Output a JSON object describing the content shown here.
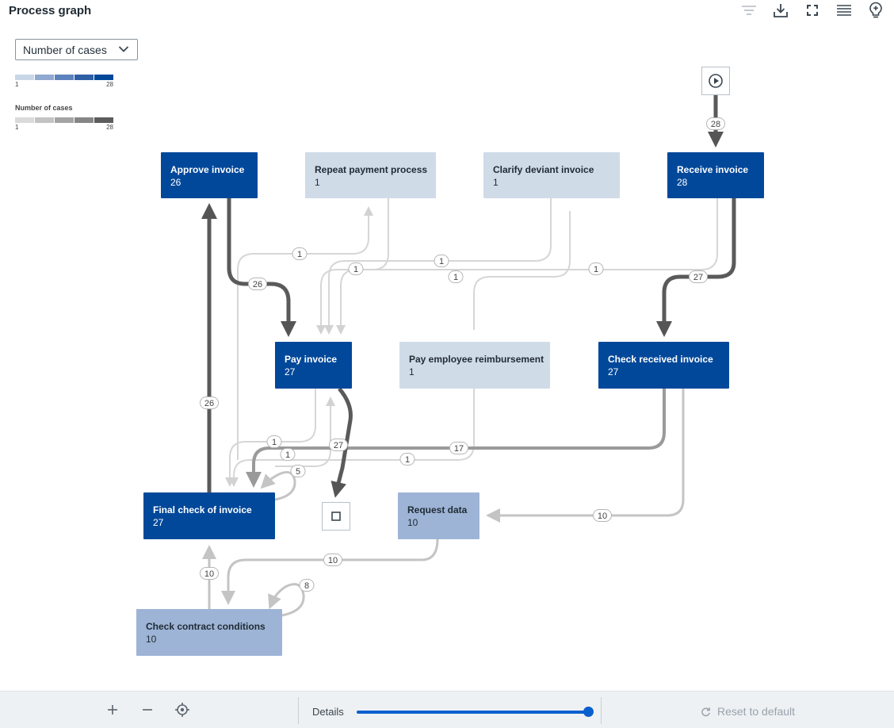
{
  "header": {
    "title": "Process graph"
  },
  "toolbar": {
    "icons": [
      "filter-icon",
      "download-icon",
      "fullscreen-icon",
      "list-icon",
      "lightbulb-icon"
    ]
  },
  "metric_select": {
    "value": "Number of cases"
  },
  "legend": {
    "activity_min": "1",
    "activity_max": "28",
    "edge_title": "Number of cases",
    "edge_min": "1",
    "edge_max": "28",
    "activity_colors": [
      "#c9d6e8",
      "#8fa9d1",
      "#5c82bd",
      "#2e5fa6",
      "#02489a"
    ],
    "edge_colors": [
      "#dadada",
      "#c3c3c3",
      "#a4a4a4",
      "#868686",
      "#5c5c5c"
    ]
  },
  "nodes": {
    "approve_invoice": {
      "label": "Approve invoice",
      "value": "26"
    },
    "repeat_payment": {
      "label": "Repeat payment process",
      "value": "1"
    },
    "clarify_deviant": {
      "label": "Clarify deviant invoice",
      "value": "1"
    },
    "receive_invoice": {
      "label": "Receive invoice",
      "value": "28"
    },
    "pay_invoice": {
      "label": "Pay invoice",
      "value": "27"
    },
    "pay_employee": {
      "label": "Pay employee reimbursement",
      "value": "1"
    },
    "check_received": {
      "label": "Check received invoice",
      "value": "27"
    },
    "final_check": {
      "label": "Final check of invoice",
      "value": "27"
    },
    "request_data": {
      "label": "Request data",
      "value": "10"
    },
    "check_contract": {
      "label": "Check contract conditions",
      "value": "10"
    }
  },
  "edge_labels": {
    "start_receive": "28",
    "approve_pay": "26",
    "receive_check": "27",
    "final_approve": "26",
    "approve_repeat": "1",
    "repeat_pay": "1",
    "clarify_pay": "1",
    "pay_clarify": "1",
    "receive_pay": "1",
    "check_final": "17",
    "pay_end": "27",
    "pay_final_a": "1",
    "pay_final_b": "1",
    "employee_final": "1",
    "final_self": "5",
    "check_request": "10",
    "request_contract": "10",
    "contract_final": "10",
    "contract_self": "8"
  },
  "footer": {
    "details_label": "Details",
    "reset_label": "Reset to default",
    "detail_level": 1.0
  }
}
